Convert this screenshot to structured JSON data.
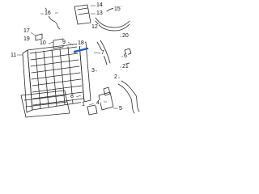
{
  "diagram": {
    "part_callouts": [
      "1",
      "2",
      "3",
      "4",
      "5",
      "6",
      "7",
      "8",
      "9",
      "10",
      "11",
      "12",
      "13",
      "14",
      "15",
      "16",
      "17",
      "18",
      "19",
      "20",
      "21"
    ],
    "highlight_color": "#1f5fbf",
    "line_color": "#2a2a2a",
    "highlighted_part": "18"
  }
}
